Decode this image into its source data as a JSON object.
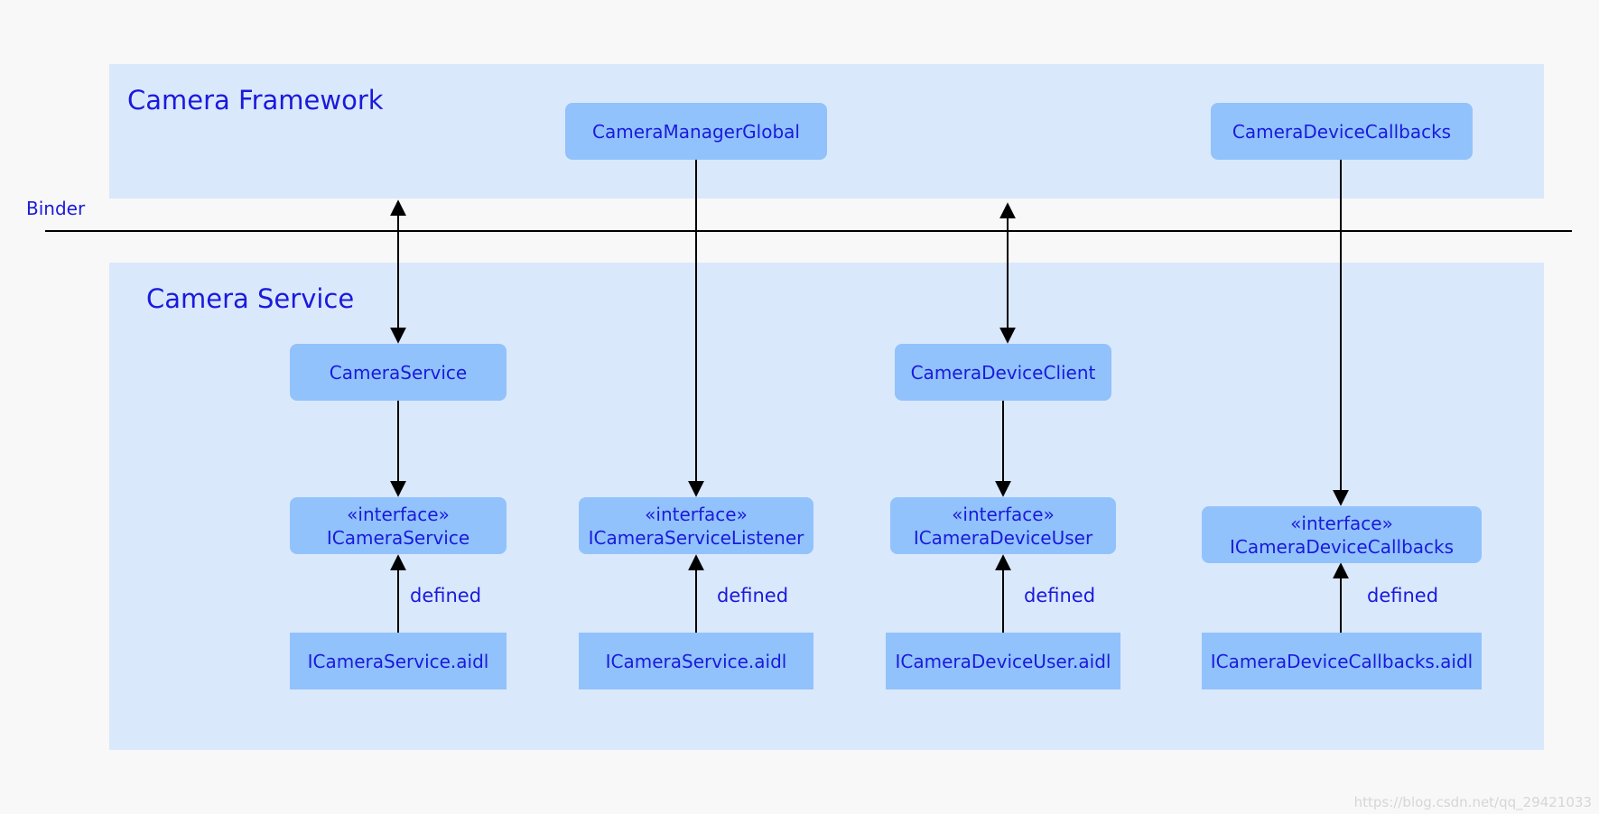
{
  "framework": {
    "title": "Camera Framework"
  },
  "service": {
    "title": "Camera Service"
  },
  "binder": {
    "label": "Binder"
  },
  "nodes": {
    "camera_manager_global": "CameraManagerGlobal",
    "camera_device_callbacks": "CameraDeviceCallbacks",
    "camera_service": "CameraService",
    "camera_device_client": "CameraDeviceClient",
    "icamera_service": {
      "stereotype": "«interface»",
      "name": "ICameraService"
    },
    "icamera_service_listener": {
      "stereotype": "«interface»",
      "name": "ICameraServiceListener"
    },
    "icamera_device_user": {
      "stereotype": "«interface»",
      "name": "ICameraDeviceUser"
    },
    "icamera_device_callbacks": {
      "stereotype": "«interface»",
      "name": "ICameraDeviceCallbacks"
    },
    "aidl_camera_service_1": "ICameraService.aidl",
    "aidl_camera_service_2": "ICameraService.aidl",
    "aidl_device_user": "ICameraDeviceUser.aidl",
    "aidl_device_callbacks": "ICameraDeviceCallbacks.aidl"
  },
  "edge_labels": {
    "defined_1": "defined",
    "defined_2": "defined",
    "defined_3": "defined",
    "defined_4": "defined"
  },
  "watermark": "https://blog.csdn.net/qq_29421033",
  "colors": {
    "background": "#f8f8f8",
    "panel": "#dae8fc",
    "node": "#91c2fb",
    "text": "#1a1adc",
    "line": "#000000"
  }
}
